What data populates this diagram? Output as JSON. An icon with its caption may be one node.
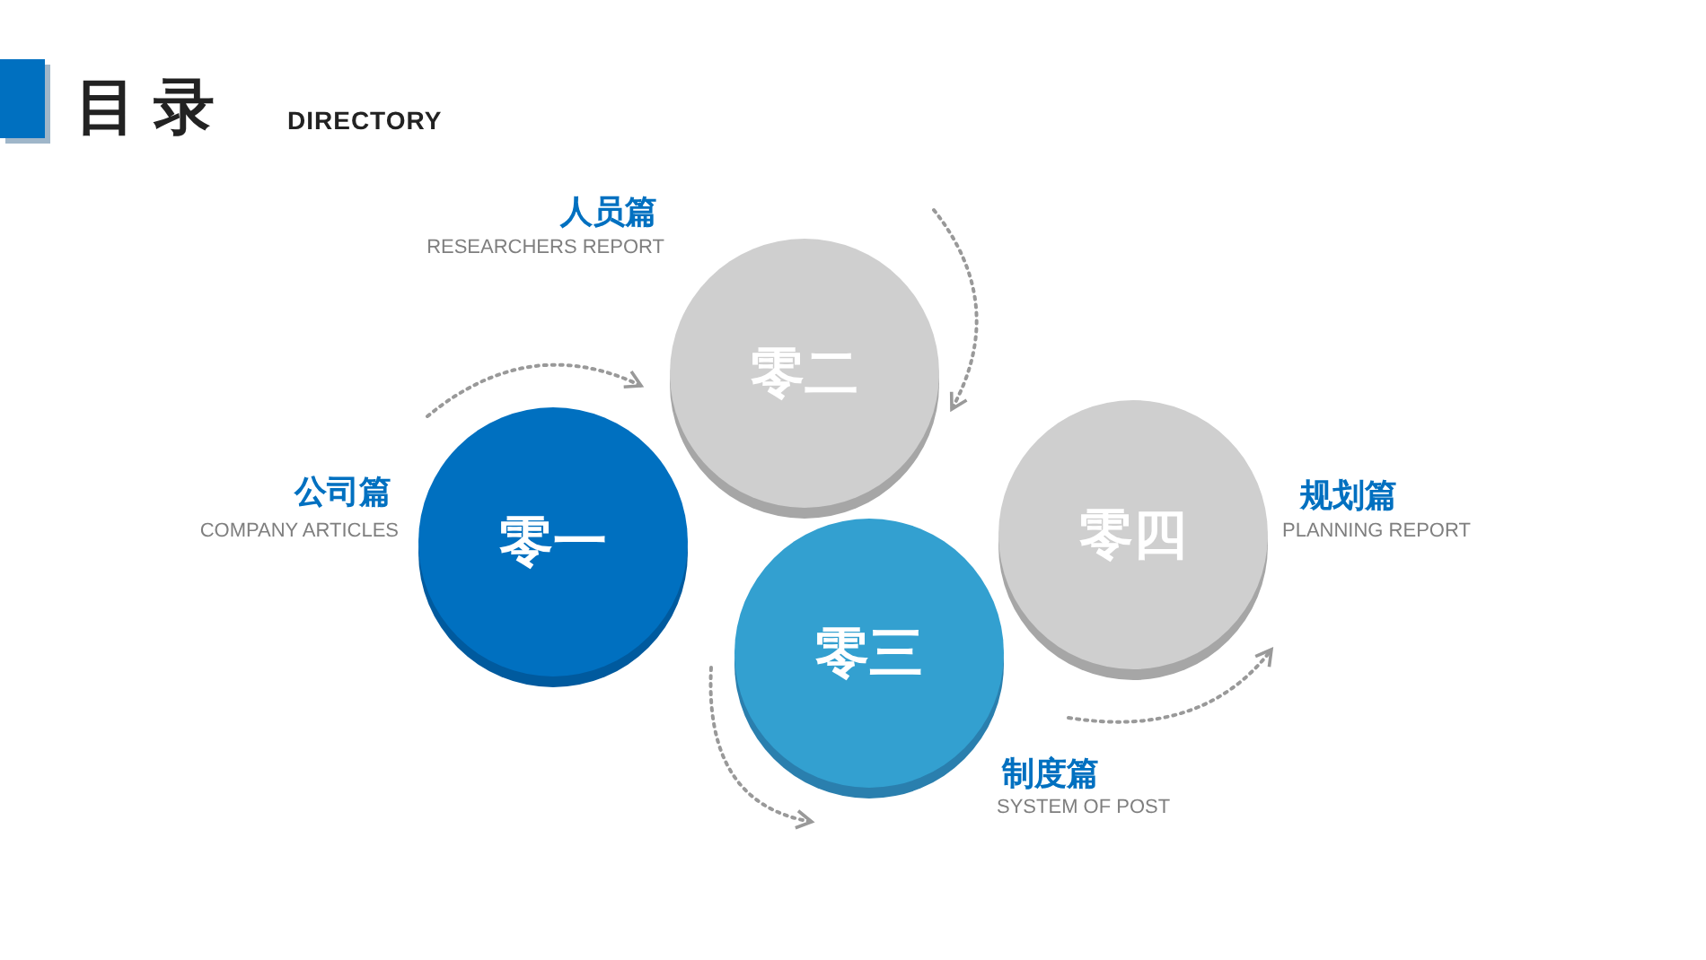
{
  "diagram": {
    "title": "目 录",
    "nodes": [
      {
        "text": [
          "零一"
        ],
        "beside": [
          "公司篇",
          "COMPANY ARTICLES"
        ]
      },
      {
        "text": [
          "零二"
        ],
        "beside": [
          "人员篇",
          "RESEARCHERS REPORT"
        ]
      },
      {
        "text": [
          "零三"
        ],
        "beside": [
          "制度篇",
          "SYSTEM OF POST"
        ]
      },
      {
        "text": [
          "零四"
        ],
        "beside": [
          "规划篇",
          "PLANNING REPORT"
        ]
      }
    ],
    "labels": [
      "DIRECTORY"
    ]
  }
}
